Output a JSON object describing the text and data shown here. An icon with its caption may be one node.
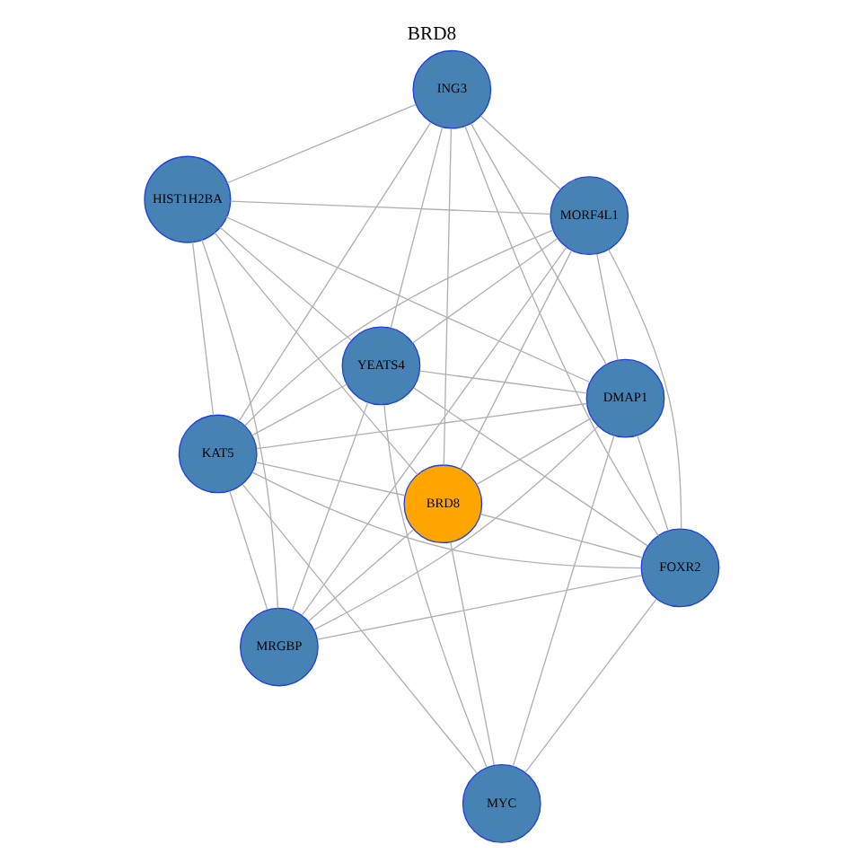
{
  "diagram": {
    "title": "BRD8",
    "nodes": [
      {
        "text": [
          "HIST1H2BA"
        ]
      },
      {
        "text": [
          "MORF4L1"
        ]
      },
      {
        "text": [
          "MRGBP"
        ]
      },
      {
        "text": [
          "YEATS4"
        ]
      },
      {
        "text": [
          "ING3"
        ]
      },
      {
        "text": [
          "BRD8"
        ]
      },
      {
        "text": [
          "KAT5"
        ]
      },
      {
        "text": [
          "DMAP1"
        ]
      },
      {
        "text": [
          "FOXR2"
        ]
      },
      {
        "text": [
          "MYC"
        ]
      }
    ],
    "edges": [
      {
        "from": 0,
        "to": 1,
        "arrow": "none"
      },
      {
        "from": 0,
        "to": 3,
        "arrow": "none"
      },
      {
        "from": 0,
        "to": 6,
        "arrow": "none"
      },
      {
        "from": 0,
        "to": 5,
        "arrow": "none"
      },
      {
        "from": 0,
        "to": 7,
        "arrow": "none"
      },
      {
        "from": 0,
        "to": 2,
        "arrow": "none"
      },
      {
        "from": 0,
        "to": 4,
        "arrow": "none"
      },
      {
        "from": 1,
        "to": 3,
        "arrow": "none"
      },
      {
        "from": 1,
        "to": 2,
        "arrow": "none"
      },
      {
        "from": 1,
        "to": 4,
        "arrow": "none"
      },
      {
        "from": 1,
        "to": 6,
        "arrow": "none"
      },
      {
        "from": 1,
        "to": 5,
        "arrow": "none"
      },
      {
        "from": 1,
        "to": 7,
        "arrow": "none"
      },
      {
        "from": 1,
        "to": 8,
        "arrow": "none"
      },
      {
        "from": 2,
        "to": 3,
        "arrow": "none"
      },
      {
        "from": 2,
        "to": 6,
        "arrow": "none"
      },
      {
        "from": 2,
        "to": 5,
        "arrow": "none"
      },
      {
        "from": 2,
        "to": 7,
        "arrow": "none"
      },
      {
        "from": 2,
        "to": 8,
        "arrow": "none"
      },
      {
        "from": 3,
        "to": 4,
        "arrow": "none"
      },
      {
        "from": 3,
        "to": 6,
        "arrow": "none"
      },
      {
        "from": 3,
        "to": 9,
        "arrow": "none"
      },
      {
        "from": 3,
        "to": 7,
        "arrow": "none"
      },
      {
        "from": 3,
        "to": 8,
        "arrow": "none"
      },
      {
        "from": 4,
        "to": 5,
        "arrow": "none"
      },
      {
        "from": 4,
        "to": 6,
        "arrow": "none"
      },
      {
        "from": 4,
        "to": 7,
        "arrow": "none"
      },
      {
        "from": 4,
        "to": 8,
        "arrow": "none"
      },
      {
        "from": 5,
        "to": 6,
        "arrow": "none"
      },
      {
        "from": 5,
        "to": 7,
        "arrow": "none"
      },
      {
        "from": 5,
        "to": 8,
        "arrow": "none"
      },
      {
        "from": 5,
        "to": 9,
        "arrow": "none"
      },
      {
        "from": 6,
        "to": 7,
        "arrow": "none"
      },
      {
        "from": 6,
        "to": 8,
        "arrow": "none"
      },
      {
        "from": 6,
        "to": 9,
        "arrow": "none"
      },
      {
        "from": 7,
        "to": 9,
        "arrow": "none"
      },
      {
        "from": 7,
        "to": 8,
        "arrow": "none"
      },
      {
        "from": 8,
        "to": 9,
        "arrow": "none"
      }
    ]
  }
}
